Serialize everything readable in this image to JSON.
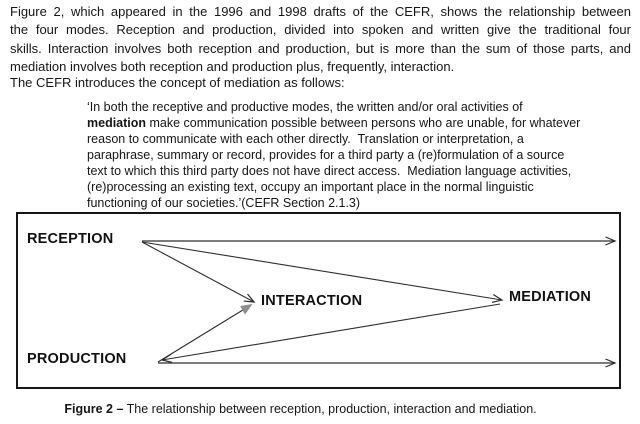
{
  "page": {
    "background": "#ffffff",
    "text_color": "#161616",
    "line_color": "#2e2e2e",
    "secondary_arrow_color": "#8f8f8f"
  },
  "intro": {
    "lines": [
      "Figure 2, which appeared in the 1996 and 1998 drafts of the CEFR, shows the relationship between",
      "the four modes. Reception and production, divided into spoken and written give the traditional four",
      "skills. Interaction involves both reception and production, but is more than the sum of those parts, and",
      "mediation involves both reception and production plus, frequently, interaction."
    ]
  },
  "lead_in": "The CEFR introduces the concept of mediation as follows:",
  "quote": {
    "lines": [
      {
        "bold": "",
        "text": "‘In both the receptive and productive modes, the written and/or oral activities of"
      },
      {
        "bold": "mediation",
        "text": " make communication possible between persons who are unable, for whatever"
      },
      {
        "bold": "",
        "text": "reason to communicate with each other directly.  Translation or interpretation, a"
      },
      {
        "bold": "",
        "text": "paraphrase, summary or record, provides for a third party a (re)formulation of a source"
      },
      {
        "bold": "",
        "text": "text to which this third party does not have direct access.  Mediation language activities,"
      },
      {
        "bold": "",
        "text": "(re)processing an existing text, occupy an important place in the normal linguistic"
      },
      {
        "bold": "",
        "text": "functioning of our societies.’(CEFR Section 2.1.3)"
      }
    ]
  },
  "diagram": {
    "nodes": {
      "reception": "RECEPTION",
      "production": "PRODUCTION",
      "interaction": "INTERACTION",
      "mediation": "MEDIATION"
    },
    "relations": [
      "reception → (rightward arrow)",
      "production → (rightward arrow)",
      "reception → interaction",
      "production → interaction",
      "reception → mediation",
      "mediation → production"
    ]
  },
  "caption": {
    "label": "Figure 2 –",
    "text": " The relationship between reception, production, interaction and mediation."
  }
}
